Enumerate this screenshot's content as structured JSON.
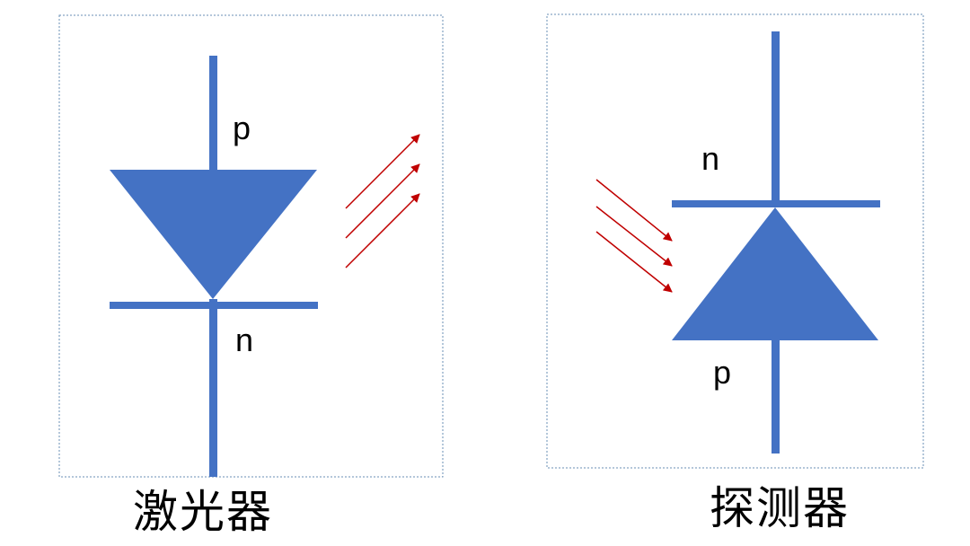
{
  "diagram": {
    "laser": {
      "caption": "激光器",
      "top_label": "p",
      "bottom_label": "n"
    },
    "detector": {
      "caption": "探测器",
      "top_label": "n",
      "bottom_label": "p"
    },
    "colors": {
      "diode": "#4472C4",
      "light_arrows": "#C00000",
      "frame_border": "#6A8FB5",
      "text": "#000000"
    }
  }
}
